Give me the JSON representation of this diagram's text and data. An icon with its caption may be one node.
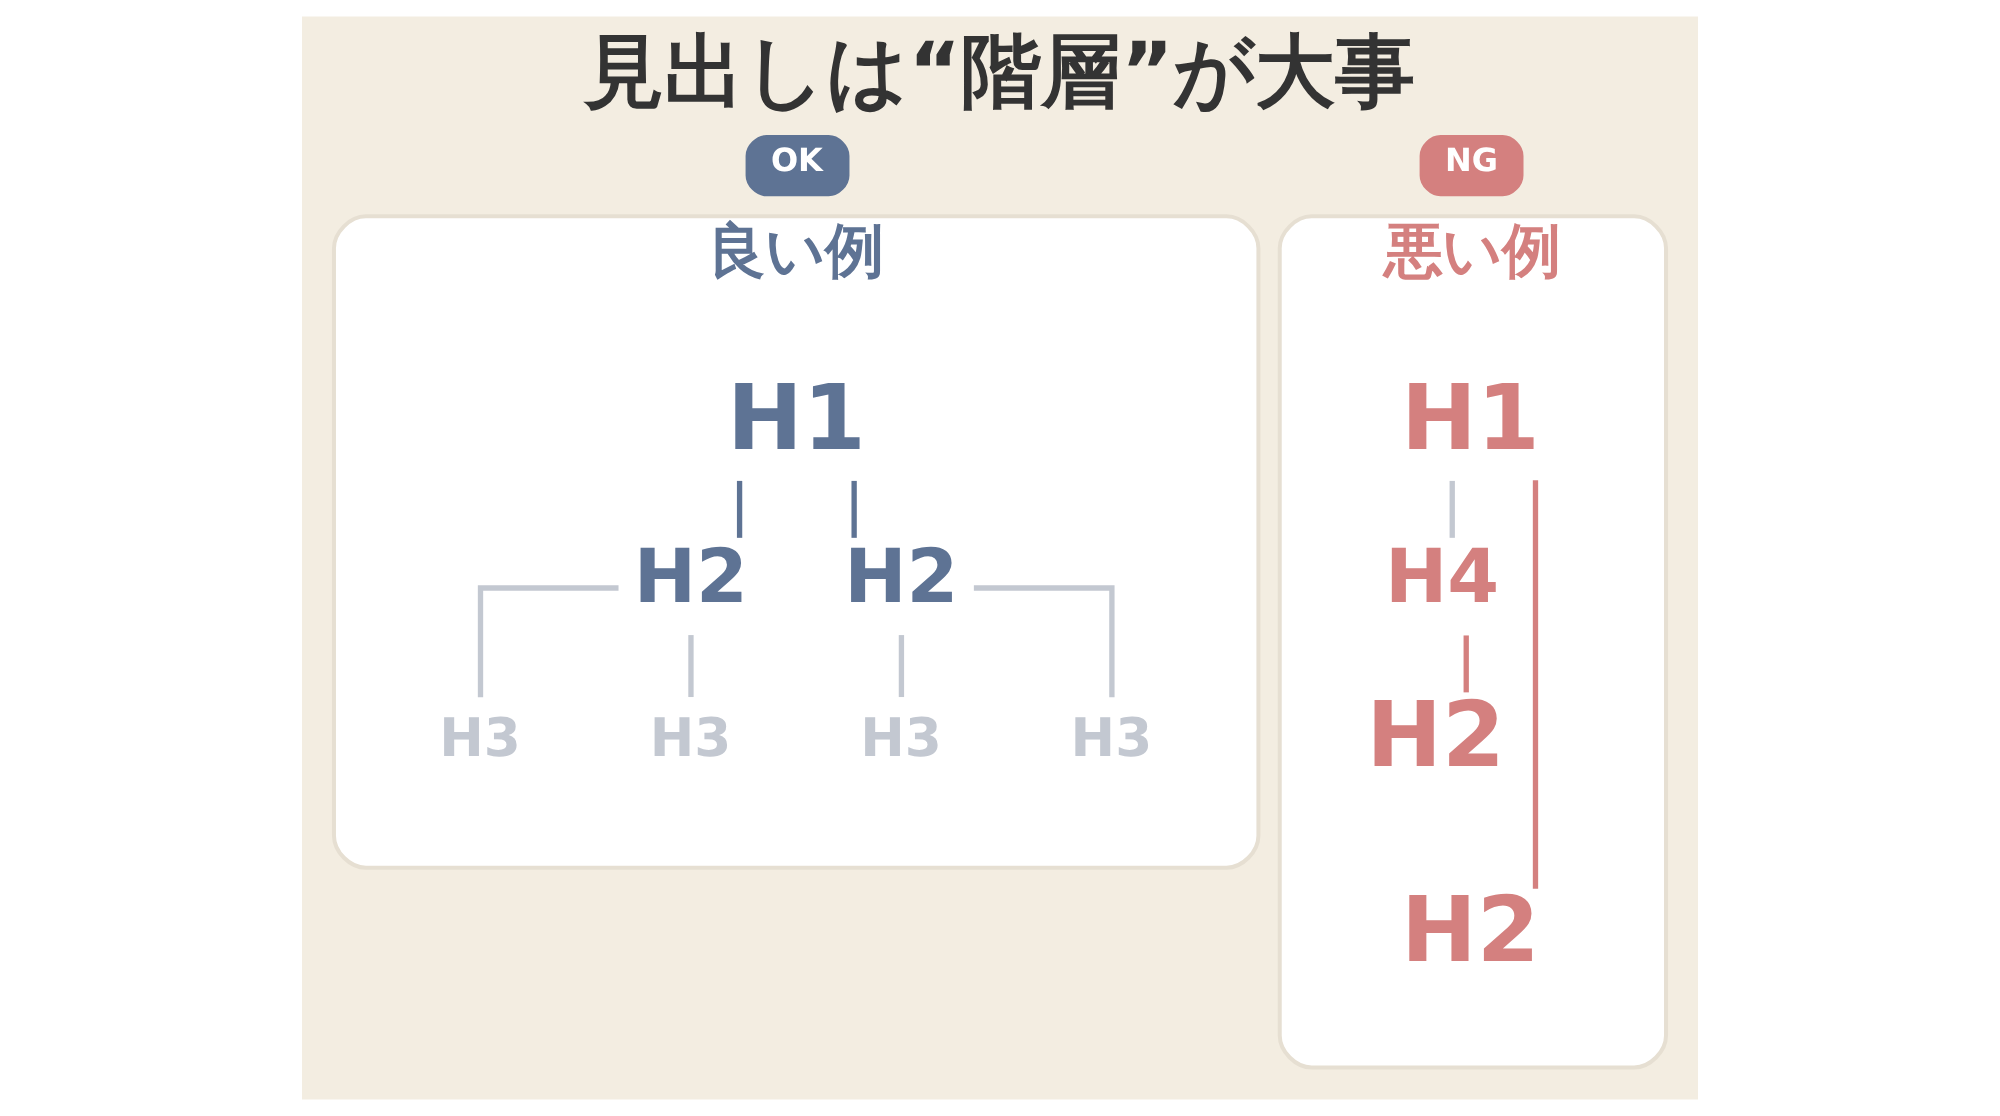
{
  "diagram": {
    "title": "見出しは“階層”が大事",
    "nodes": [
      {
        "text": [
          "OK"
        ]
      },
      {
        "text": [
          "良い例"
        ]
      },
      {
        "text": [
          "H1"
        ],
        "in": 1
      },
      {
        "text": [
          "H2"
        ],
        "in": 1
      },
      {
        "text": [
          "H2"
        ],
        "in": 1
      },
      {
        "text": [
          "H3"
        ],
        "in": 1
      },
      {
        "text": [
          "H3"
        ],
        "in": 1
      },
      {
        "text": [
          "H3"
        ],
        "in": 1
      },
      {
        "text": [
          "H3"
        ],
        "in": 1
      },
      {
        "text": [
          "NG"
        ]
      },
      {
        "text": [
          "悪い例"
        ]
      },
      {
        "text": [
          "H1"
        ],
        "in": 10
      },
      {
        "text": [
          "H4"
        ],
        "in": 10
      },
      {
        "text": [
          "H2"
        ],
        "in": 10
      },
      {
        "text": [
          "H2"
        ],
        "in": 10
      }
    ],
    "edges": [
      {
        "from": 2,
        "to": 3,
        "arrow": "none",
        "color": "#5e7394"
      },
      {
        "from": 2,
        "to": 4,
        "arrow": "none",
        "color": "#5e7394"
      },
      {
        "from": 3,
        "to": 5,
        "arrow": "none"
      },
      {
        "from": 3,
        "to": 6,
        "arrow": "none"
      },
      {
        "from": 4,
        "to": 7,
        "arrow": "none"
      },
      {
        "from": 4,
        "to": 8,
        "arrow": "none"
      },
      {
        "from": 11,
        "to": 12,
        "arrow": "none"
      },
      {
        "from": 11,
        "to": 14,
        "arrow": "none",
        "color": "#d4807f"
      },
      {
        "from": 13,
        "to": 12,
        "arrow": "none",
        "color": "#d4807f"
      }
    ]
  }
}
